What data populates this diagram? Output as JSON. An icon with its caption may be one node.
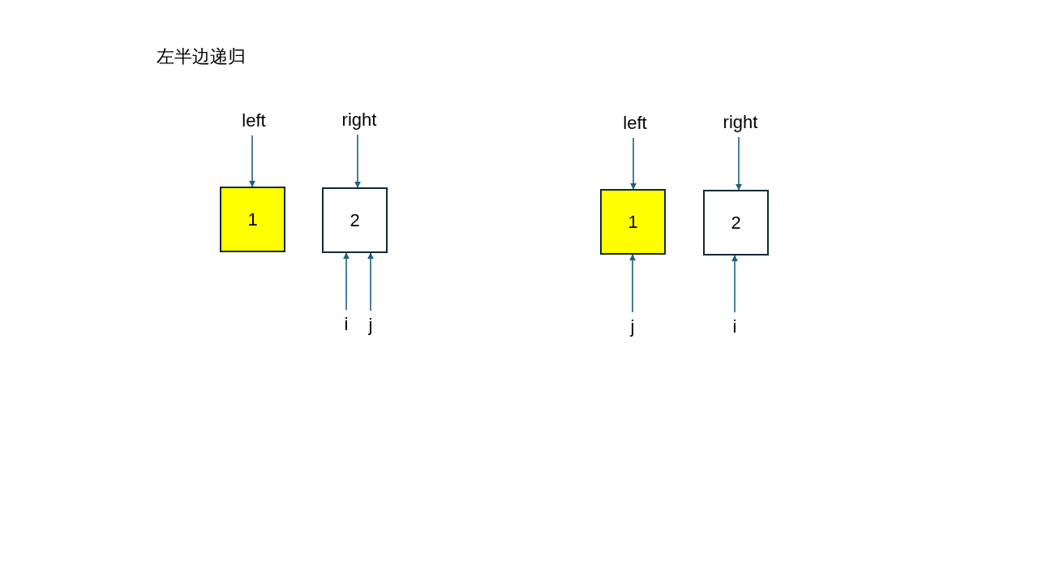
{
  "diagram": {
    "title": "左半边递归",
    "nodes": [
      {
        "text": [
          "left"
        ]
      },
      {
        "text": [
          "right"
        ]
      },
      {
        "text": [
          "1"
        ]
      },
      {
        "text": [
          "2"
        ]
      },
      {
        "text": [
          "i"
        ]
      },
      {
        "text": [
          "j"
        ]
      },
      {
        "text": [
          "left"
        ]
      },
      {
        "text": [
          "right"
        ]
      },
      {
        "text": [
          "1"
        ]
      },
      {
        "text": [
          "2"
        ]
      },
      {
        "text": [
          "j"
        ]
      },
      {
        "text": [
          "i"
        ]
      }
    ],
    "edges": [
      {
        "from": 0,
        "to": 2,
        "arrow": "to"
      },
      {
        "from": 1,
        "to": 3,
        "arrow": "to"
      },
      {
        "from": 4,
        "to": 3,
        "arrow": "to"
      },
      {
        "from": 5,
        "to": 3,
        "arrow": "to"
      },
      {
        "from": 6,
        "to": 8,
        "arrow": "to"
      },
      {
        "from": 7,
        "to": 9,
        "arrow": "to"
      },
      {
        "from": 10,
        "to": 8,
        "arrow": "to"
      },
      {
        "from": 11,
        "to": 9,
        "arrow": "to"
      }
    ]
  }
}
